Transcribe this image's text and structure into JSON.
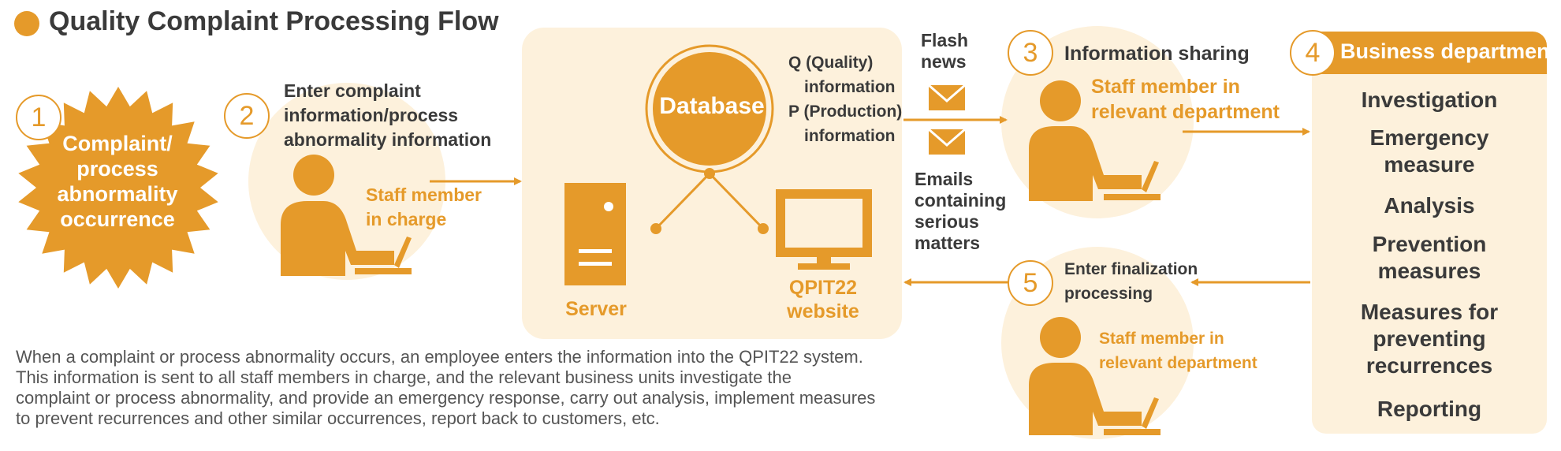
{
  "title": "Quality Complaint Processing Flow",
  "colors": {
    "accent": "#e59a2a",
    "light_fill": "#fdf1dc",
    "dark_text": "#3a3a3a"
  },
  "steps": {
    "s1": {
      "number": "1",
      "label_lines": [
        "Complaint/",
        "process",
        "abnormality",
        "occurrence"
      ]
    },
    "s2": {
      "number": "2",
      "action_lines": [
        "Enter complaint",
        "information/process",
        "abnormality information"
      ],
      "staff_lines": [
        "Staff member",
        "in charge"
      ]
    },
    "s3": {
      "number": "3",
      "title": "Information sharing",
      "staff_lines": [
        "Staff member in",
        "relevant department"
      ]
    },
    "s4": {
      "number": "4",
      "title": "Business department",
      "items": [
        "Investigation",
        "Emergency measure",
        "Analysis",
        "Prevention measures",
        "Measures for preventing recurrences",
        "Reporting"
      ]
    },
    "s5": {
      "number": "5",
      "action_lines": [
        "Enter finalization",
        "processing"
      ],
      "staff_lines": [
        "Staff member in",
        "relevant department"
      ]
    }
  },
  "system": {
    "database": "Database",
    "info_lines": [
      "Q (Quality)",
      "information",
      "P (Production)",
      "information"
    ],
    "server": "Server",
    "website_lines": [
      "QPIT22",
      "website"
    ]
  },
  "notifications": {
    "flash_lines": [
      "Flash",
      "news"
    ],
    "emails_lines": [
      "Emails",
      "containing",
      "serious",
      "matters"
    ]
  },
  "description_lines": [
    "When a complaint or process abnormality occurs, an employee enters the information into the QPIT22 system.",
    "This information is sent to all staff members in charge, and the relevant business units investigate the",
    "complaint or process abnormality, and provide an emergency response, carry out analysis, implement measures",
    "to prevent recurrences and other similar occurrences, report back to customers, etc."
  ]
}
